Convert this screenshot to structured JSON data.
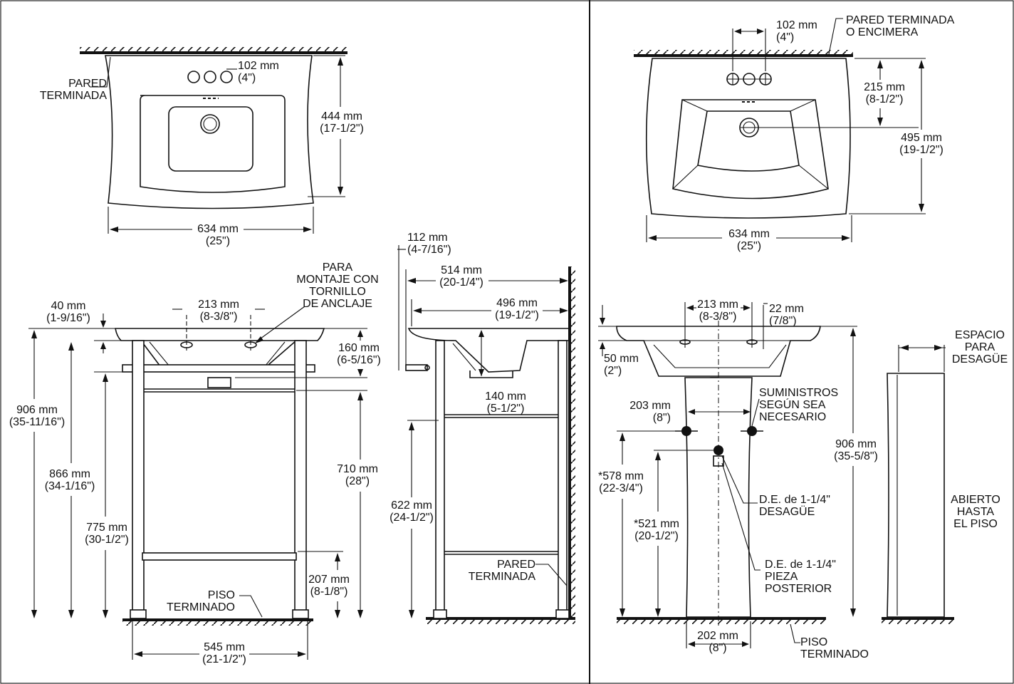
{
  "panels": {
    "top_left": {
      "finished_wall": "PARED\nTERMINADA",
      "hole_spacing": "102 mm\n(4\")",
      "depth": "444 mm\n(17-1/2\")",
      "width": "634 mm\n(25\")"
    },
    "front_left": {
      "anchor_note": "PARA\nMONTAJE CON\nTORNILLO\nDE ANCLAJE",
      "rim_thickness": "40 mm\n(1-9/16\")",
      "hole_spacing": "213 mm\n(8-3/8\")",
      "total_height": "906 mm\n(35-11/16\")",
      "height_866": "866 mm\n(34-1/16\")",
      "height_775": "775 mm\n(30-1/2\")",
      "bowl_depth": "160 mm\n(6-5/16\")",
      "height_710": "710 mm\n(28\")",
      "shelf_height": "207 mm\n(8-1/8\")",
      "finished_floor": "PISO\nTERMINADO",
      "leg_spacing": "545 mm\n(21-1/2\")"
    },
    "side_left": {
      "overflow_offset": "112 mm\n(4-7/16\")",
      "overall_depth": "514 mm\n(20-1/4\")",
      "leg_depth": "496 mm\n(19-1/2\")",
      "drain_offset": "140 mm\n(5-1/2\")",
      "height_622": "622 mm\n(24-1/2\")",
      "finished_wall": "PARED\nTERMINADA"
    },
    "top_right": {
      "finished_wall": "PARED TERMINADA\nO ENCIMERA",
      "hole_spacing": "102 mm\n(4\")",
      "drain_from_wall": "215 mm\n(8-1/2\")",
      "depth": "495 mm\n(19-1/2\")",
      "width": "634 mm\n(25\")"
    },
    "front_right": {
      "hole_spacing": "213 mm\n(8-3/8\")",
      "hole_size": "22 mm\n(7/8\")",
      "rim": "50 mm\n(2\")",
      "supplies_spacing": "203 mm\n(8\")",
      "supplies_note": "SUMINISTROS\nSEGÚN SEA\nNECESARIO",
      "supplies_height": "*578 mm\n(22-3/4\")",
      "drain_height": "*521 mm\n(20-1/2\")",
      "total_height": "906 mm\n(35-5/8\")",
      "drain_note": "D.E. de 1-1/4\"\nDESAGÜE",
      "tailpiece_note": "D.E. de 1-1/4\"\nPIEZA\nPOSTERIOR",
      "base_width": "202 mm\n(8\")",
      "finished_floor": "PISO\nTERMINADO"
    },
    "side_right": {
      "drain_space": "ESPACIO\nPARA\nDESAGÜE",
      "open_to_floor": "ABIERTO\nHASTA\nEL PISO"
    }
  }
}
